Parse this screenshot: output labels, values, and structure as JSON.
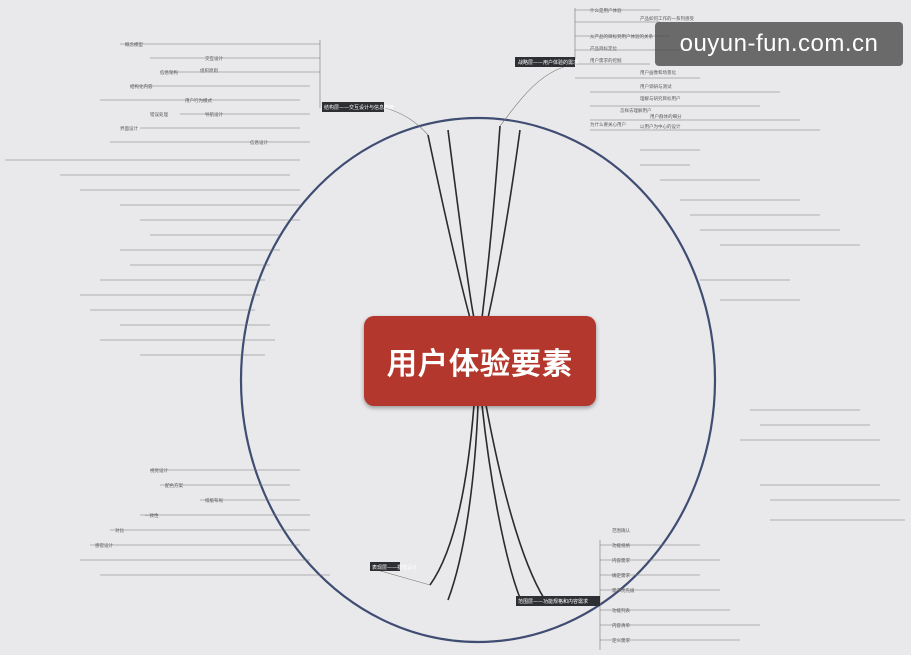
{
  "center": {
    "title": "用户体验要素"
  },
  "watermark": {
    "text": "ouyun-fun.com.cn"
  },
  "branches": {
    "structure": "结构层——交互设计与信息构架",
    "strategy": "战略层——用户体验的需求",
    "scope": "范围层——功能规格和内容需求",
    "surface": "表现层——视觉设计"
  },
  "notes": {
    "strategy": [
      "什么是用户体验",
      "产品如何工作的一系列感受",
      "从产品的目标到用户体验的关系",
      "产品目标定位",
      "用户需求的挖掘",
      "用户画像和场景化",
      "用户调研与测试",
      "理解与研究目标用户",
      "怎样去理解用户",
      "用户群体的细分",
      "为什么要关心用户",
      "以用户为中心的设计"
    ],
    "structure": [
      "概念模型",
      "交互设计",
      "信息架构",
      "组织原则",
      "结构化内容",
      "用户行为模式",
      "错误处理",
      "导航设计",
      "界面设计",
      "信息设计"
    ],
    "scope": [
      "功能规格",
      "内容需求",
      "确定需求",
      "需求优先级",
      "功能列表",
      "内容清单",
      "定义需求",
      "范围确认"
    ],
    "surface": [
      "视觉设计",
      "配色方案",
      "排版布局",
      "一致性",
      "对比",
      "感官设计"
    ]
  }
}
